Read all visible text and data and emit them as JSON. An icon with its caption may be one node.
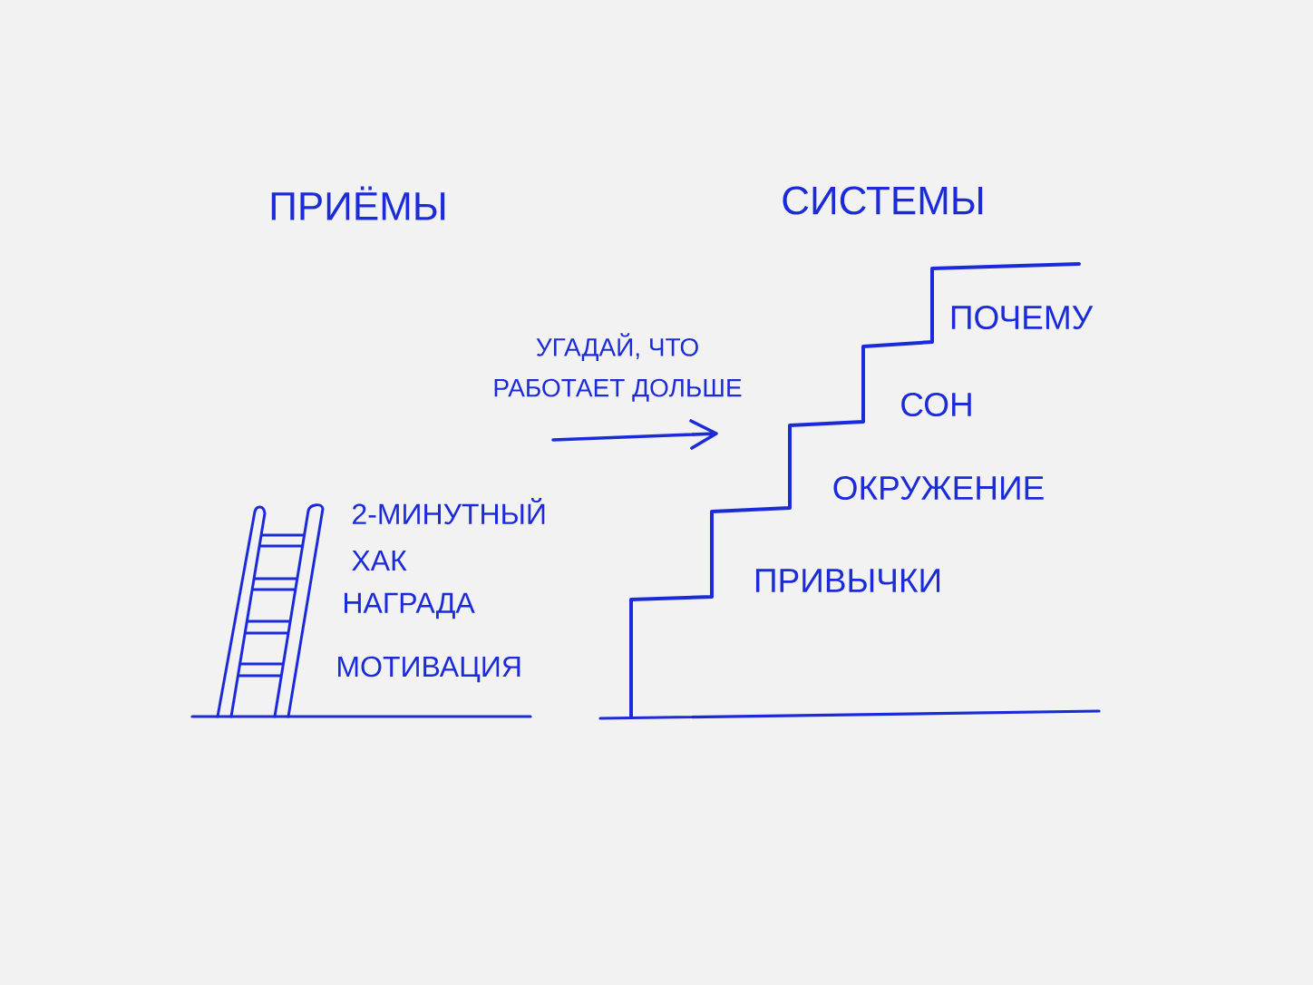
{
  "diagram": {
    "labels": [
      "ПРИЁМЫ",
      "СИСТЕМЫ",
      "УГАДАЙ, ЧТО РАБОТАЕТ ДОЛЬШЕ",
      "2-МИНУТНЫЙ ХАК",
      "НАГРАДА",
      "МОТИВАЦИЯ",
      "ПОЧЕМУ",
      "СОН",
      "ОКРУЖЕНИЕ",
      "ПРИВЫЧКИ"
    ]
  }
}
